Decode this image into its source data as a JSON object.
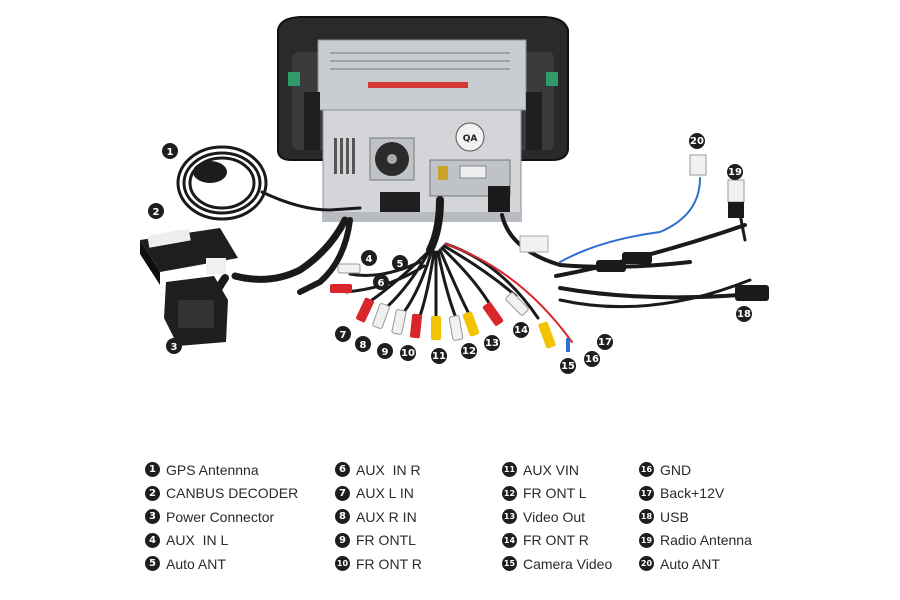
{
  "legend": {
    "columns": [
      [
        {
          "n": "1",
          "label": "GPS Antennna"
        },
        {
          "n": "2",
          "label": "CANBUS DECODER"
        },
        {
          "n": "3",
          "label": "Power Connector"
        },
        {
          "n": "4",
          "label": "AUX  IN L"
        },
        {
          "n": "5",
          "label": "Auto ANT"
        }
      ],
      [
        {
          "n": "6",
          "label": "AUX  IN R"
        },
        {
          "n": "7",
          "label": "AUX L IN"
        },
        {
          "n": "8",
          "label": "AUX R IN"
        },
        {
          "n": "9",
          "label": "FR ONTL"
        },
        {
          "n": "10",
          "label": "FR ONT R"
        }
      ],
      [
        {
          "n": "11",
          "label": "AUX VIN"
        },
        {
          "n": "12",
          "label": "FR ONT L"
        },
        {
          "n": "13",
          "label": "Video Out"
        },
        {
          "n": "14",
          "label": "FR ONT R"
        },
        {
          "n": "15",
          "label": "Camera Video"
        }
      ],
      [
        {
          "n": "16",
          "label": "GND"
        },
        {
          "n": "17",
          "label": "Back+12V"
        },
        {
          "n": "18",
          "label": "USB"
        },
        {
          "n": "19",
          "label": "Radio Antenna"
        },
        {
          "n": "20",
          "label": "Auto ANT"
        }
      ]
    ]
  },
  "callouts": [
    "1",
    "2",
    "3",
    "4",
    "5",
    "6",
    "7",
    "8",
    "9",
    "10",
    "11",
    "12",
    "13",
    "14",
    "15",
    "16",
    "17",
    "18",
    "19",
    "20"
  ],
  "colors": {
    "red": "#d9262b",
    "white": "#f1f1f1",
    "yellow": "#f2c400",
    "black": "#1a1a1a",
    "blue": "#2f6fd0",
    "gold": "#c9a227"
  }
}
